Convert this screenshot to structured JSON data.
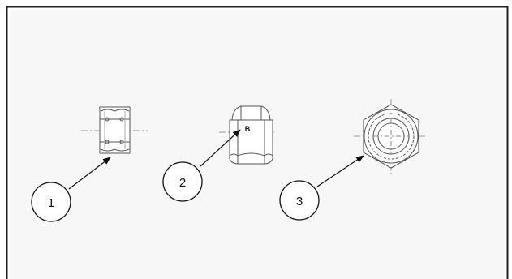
{
  "figure": {
    "callouts": [
      {
        "id": "1",
        "label": "1"
      },
      {
        "id": "2",
        "label": "2"
      },
      {
        "id": "3",
        "label": "3"
      }
    ],
    "nut_marking": "B"
  }
}
